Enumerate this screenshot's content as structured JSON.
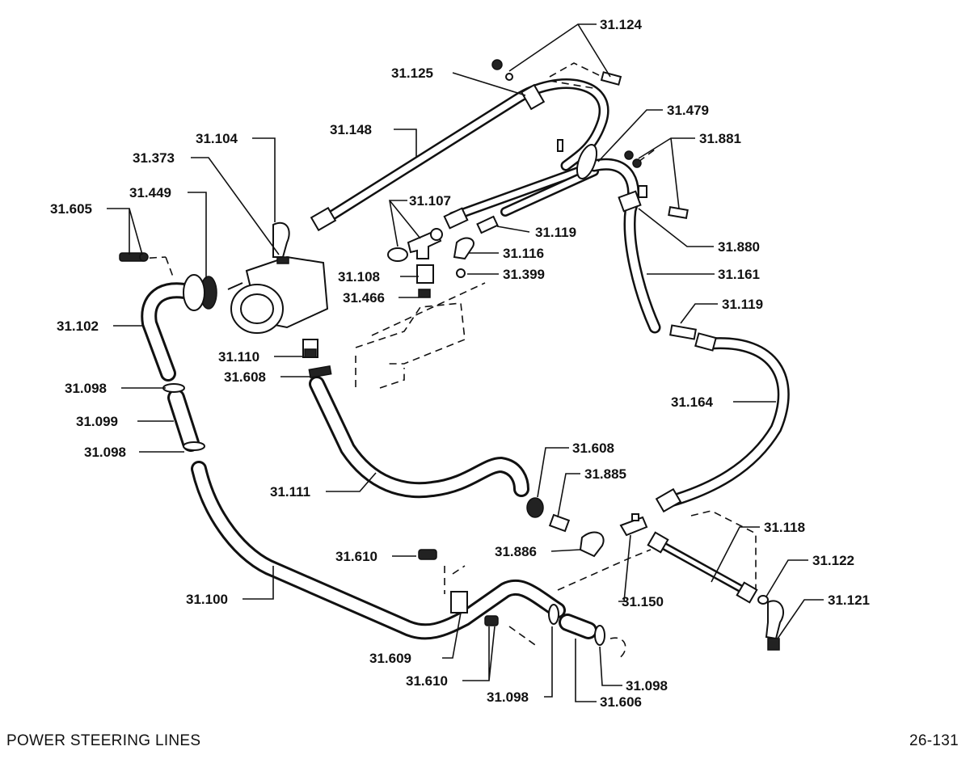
{
  "footer": {
    "title": "POWER STEERING LINES",
    "page_number": "26-131"
  },
  "labels": {
    "p31_124": "31.124",
    "p31_125": "31.125",
    "p31_479": "31.479",
    "p31_881": "31.881",
    "p31_148": "31.148",
    "p31_104": "31.104",
    "p31_373": "31.373",
    "p31_107": "31.107",
    "p31_449": "31.449",
    "p31_605": "31.605",
    "p31_119a": "31.119",
    "p31_116": "31.116",
    "p31_880": "31.880",
    "p31_108": "31.108",
    "p31_399": "31.399",
    "p31_161": "31.161",
    "p31_466": "31.466",
    "p31_102": "31.102",
    "p31_119b": "31.119",
    "p31_110": "31.110",
    "p31_608a": "31.608",
    "p31_098a": "31.098",
    "p31_164": "31.164",
    "p31_099": "31.099",
    "p31_098b": "31.098",
    "p31_608b": "31.608",
    "p31_885": "31.885",
    "p31_111": "31.111",
    "p31_118": "31.118",
    "p31_886": "31.886",
    "p31_610a": "31.610",
    "p31_122": "31.122",
    "p31_100": "31.100",
    "p31_150": "31.150",
    "p31_121": "31.121",
    "p31_609": "31.609",
    "p31_610b": "31.610",
    "p31_098c": "31.098",
    "p31_098d": "31.098",
    "p31_606": "31.606"
  }
}
